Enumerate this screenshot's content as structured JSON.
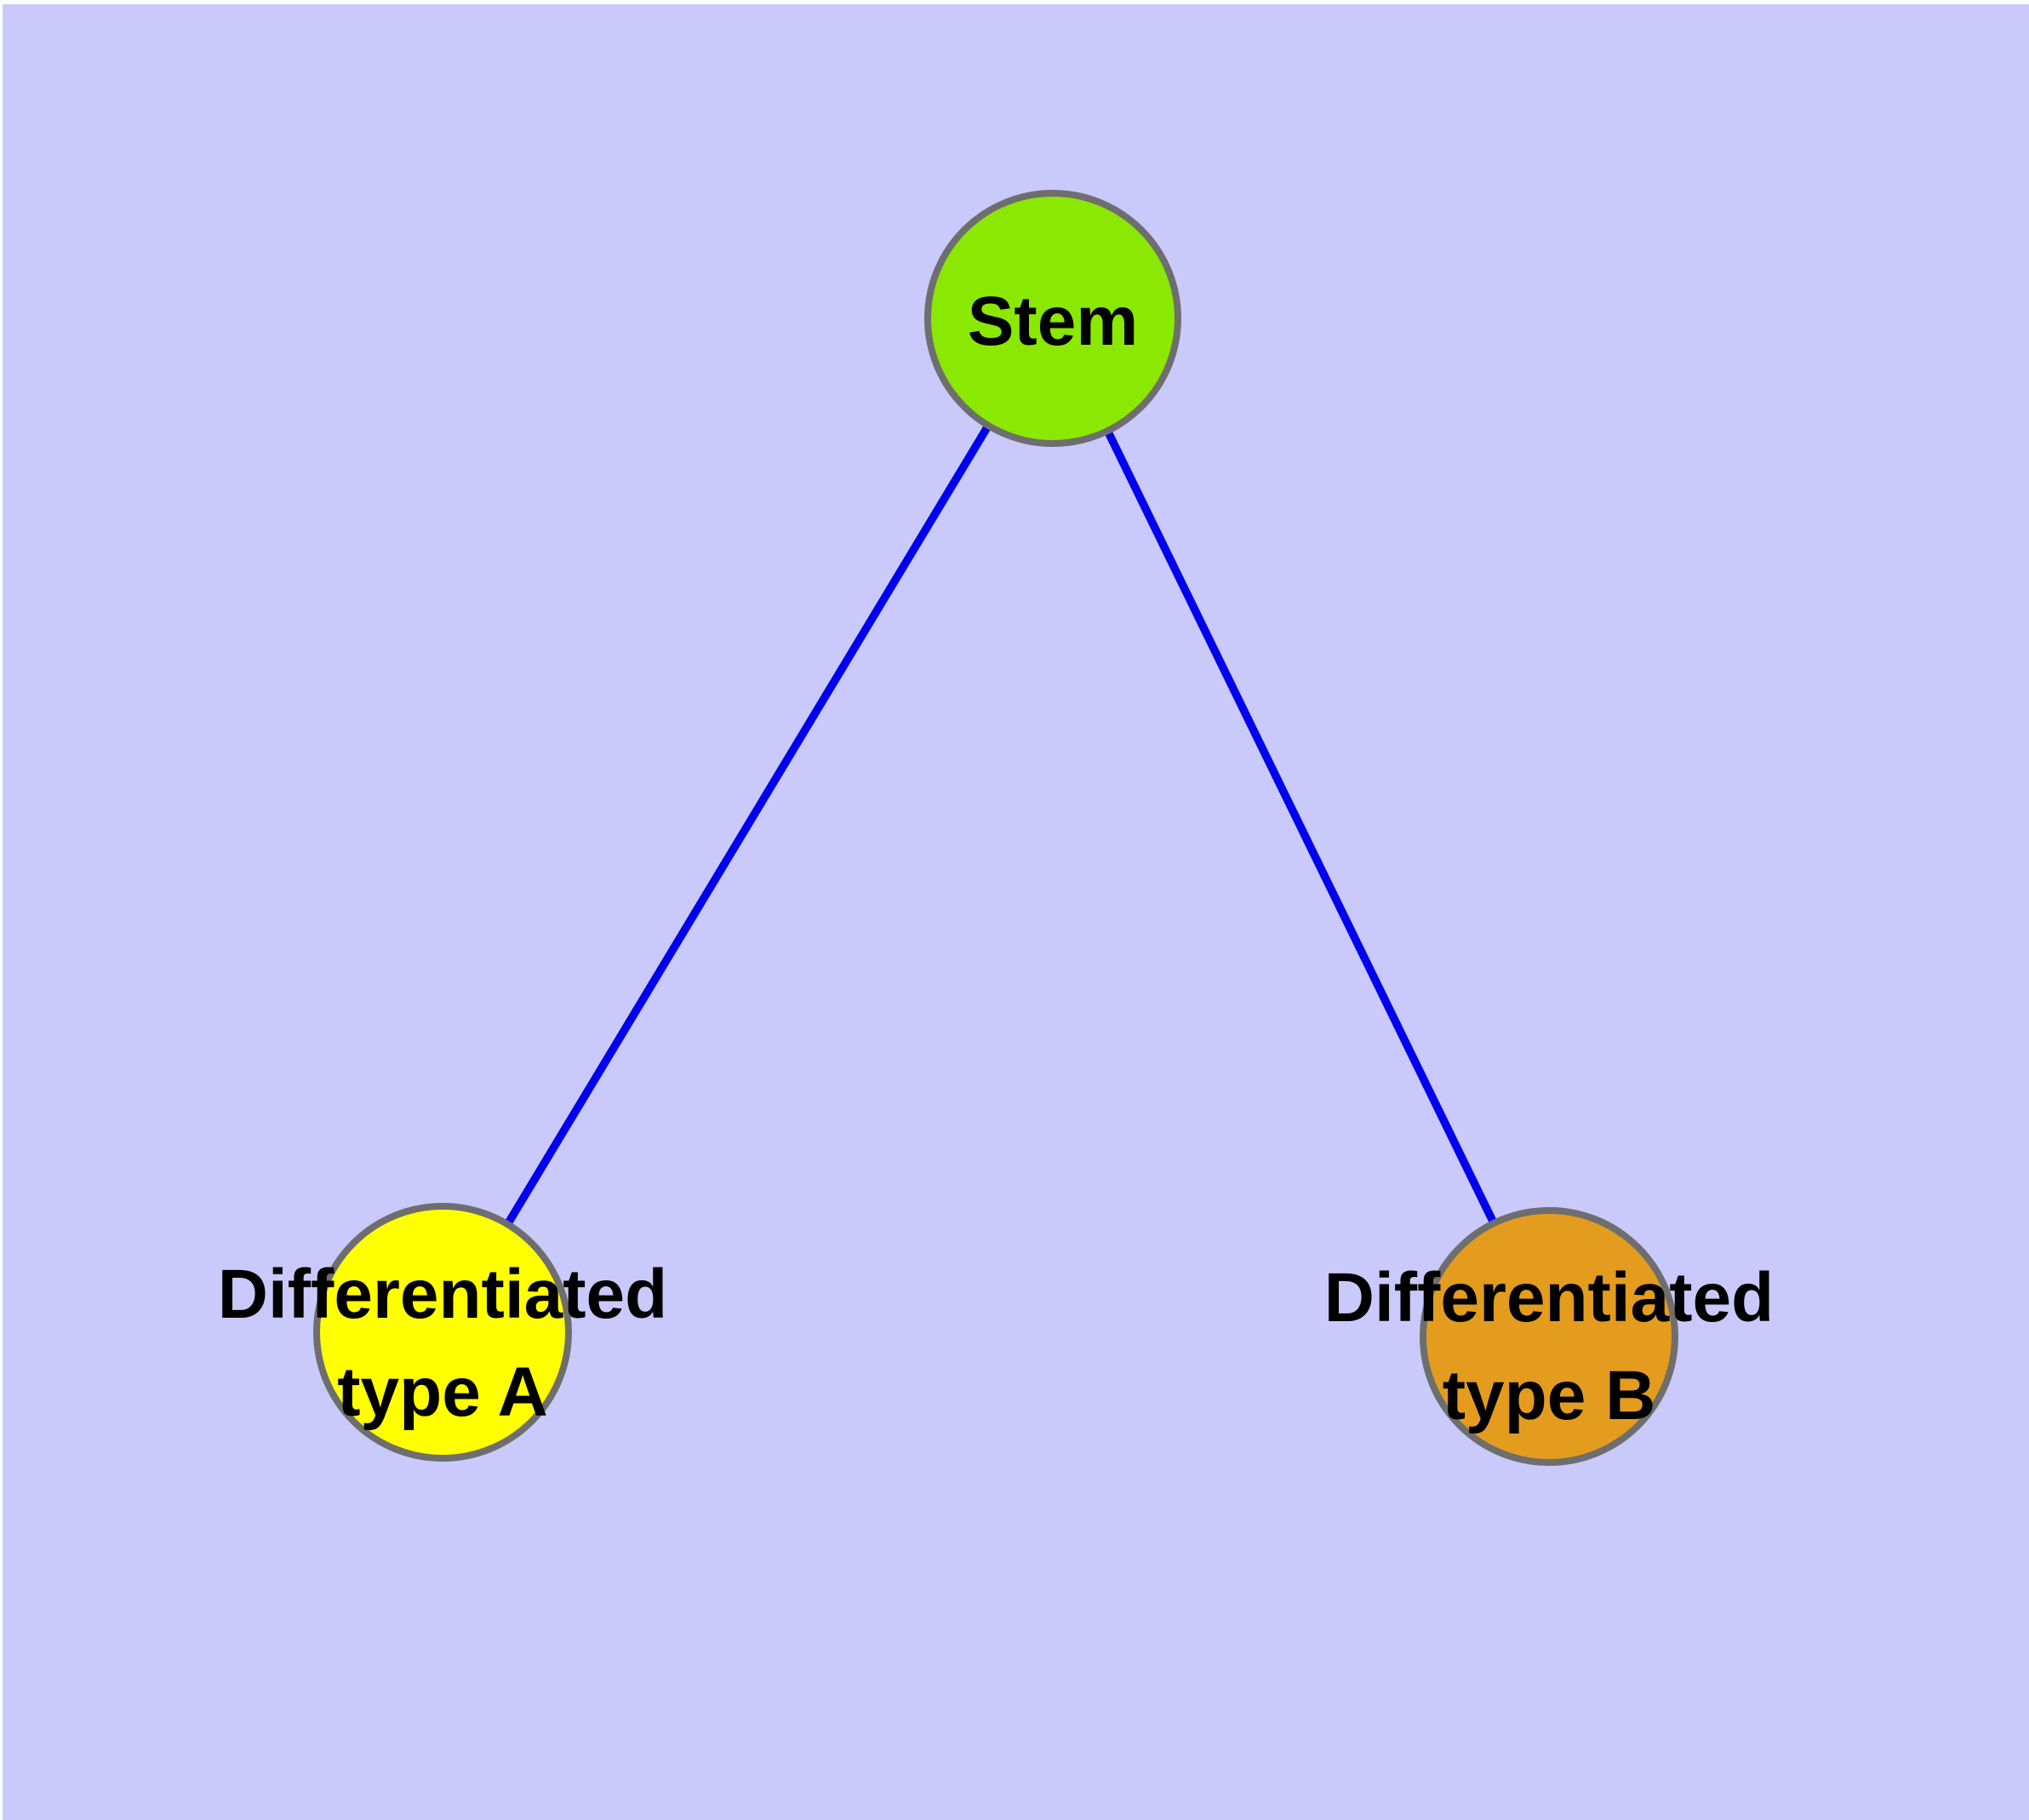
{
  "colors": {
    "background": "#C9CAFB",
    "edge": "#0000EE",
    "node_border": "#6E6E6E",
    "label_text": "#000000"
  },
  "nodes": [
    {
      "id": "stem",
      "label": "Stem",
      "line1": "Stem",
      "line2": "",
      "color": "#8BE800"
    },
    {
      "id": "differentiated-type-a",
      "label": "Differentiated type A",
      "line1": "Differentiated",
      "line2": "type A",
      "color": "#FFFF00"
    },
    {
      "id": "differentiated-type-b",
      "label": "Differentiated type B",
      "line1": "Differentiated",
      "line2": "type B",
      "color": "#E49C1E"
    }
  ],
  "edges": [
    {
      "from": "Stem",
      "to": "Differentiated type A"
    },
    {
      "from": "Stem",
      "to": "Differentiated type B"
    }
  ]
}
